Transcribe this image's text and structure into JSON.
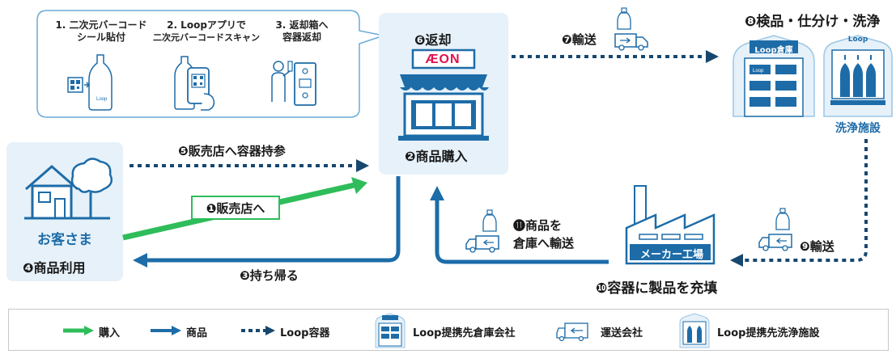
{
  "colors": {
    "blue": "#1d6ca8",
    "green": "#2ebd5a",
    "navy": "#17476f",
    "panel": "#e6f1f9",
    "line": "#6aaad8"
  },
  "return_steps": [
    {
      "line1": "1. 二次元バーコード",
      "line2": "シール貼付"
    },
    {
      "line1": "2. Loopアプリで",
      "line2": "二次元バーコードスキャン"
    },
    {
      "line1": "3. 返却箱へ",
      "line2": "容器返却"
    }
  ],
  "store": {
    "brand": "ÆON",
    "return_label": "❻返却",
    "purchase_label": "❷商品購入"
  },
  "customer": {
    "title": "お客さま",
    "use_label": "❹商品利用"
  },
  "arrows": {
    "to_store": "❶販売店へ",
    "bring_containers": "❺販売店へ容器持参",
    "take_home": "❸持ち帰る",
    "transport7": "❼輸送",
    "transport9": "❾輸送",
    "to_warehouse_line1": "⓫商品を",
    "to_warehouse_line2": "倉庫へ輸送"
  },
  "facility": {
    "title": "❽検品・仕分け・洗浄",
    "warehouse_sign": "Loop倉庫",
    "cleaning_sign": "Loop",
    "cleaning_label": "洗浄施設",
    "box_text": "Loop"
  },
  "factory": {
    "label": "メーカー工場",
    "fill_label": "❿容器に製品を充填"
  },
  "bottle_text": "Loop",
  "legend": {
    "purchase": "購入",
    "product": "商品",
    "container": "Loop容器",
    "warehouse": "Loop提携先倉庫会社",
    "transport": "運送会社",
    "cleaning": "Loop提携先洗浄施設"
  }
}
